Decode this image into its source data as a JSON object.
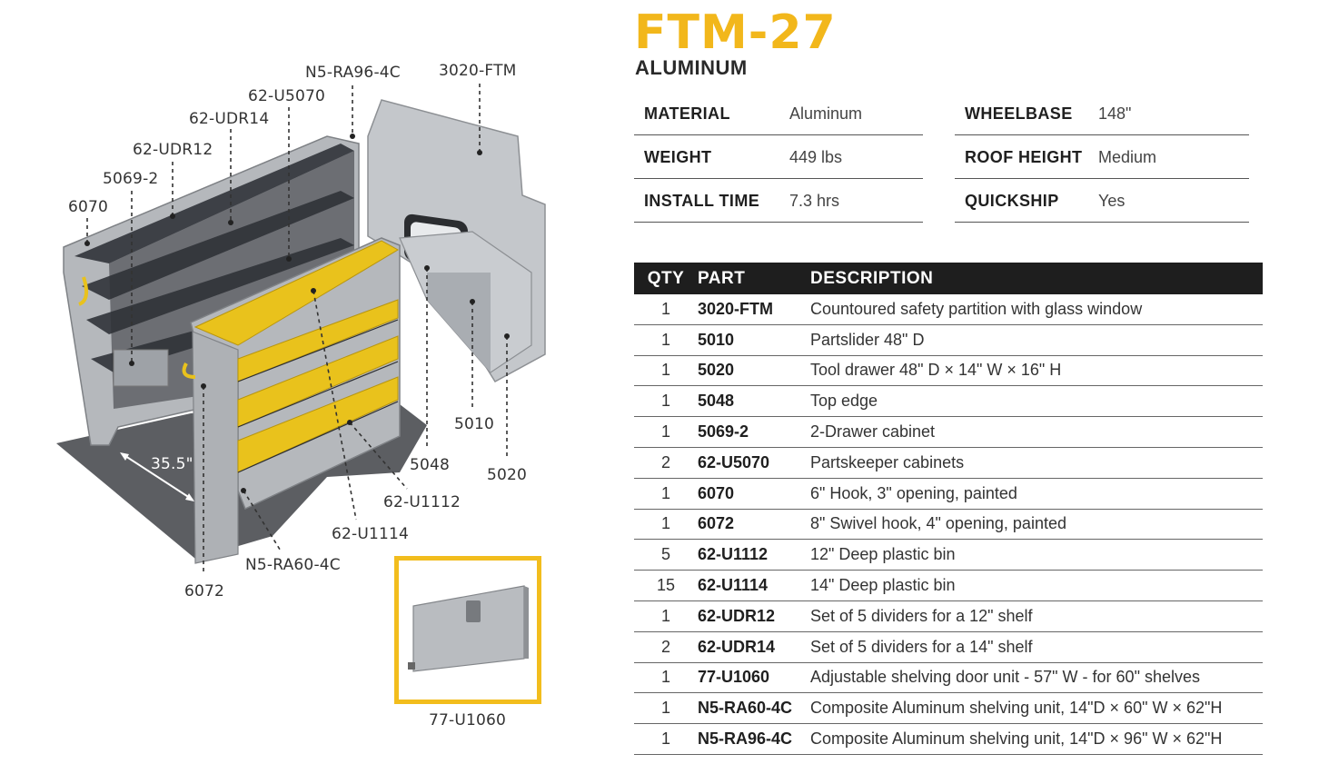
{
  "title": "FTM-27",
  "subtitle": "ALUMINUM",
  "colors": {
    "accent": "#f2b71b",
    "header_bg": "#1e1e1e",
    "aluminum": "#b9bcc0",
    "bin_yellow": "#e9c21c"
  },
  "specs_left": [
    {
      "label": "MATERIAL",
      "value": "Aluminum"
    },
    {
      "label": "WEIGHT",
      "value": "449 lbs"
    },
    {
      "label": "INSTALL TIME",
      "value": "7.3 hrs"
    }
  ],
  "specs_right": [
    {
      "label": "WHEELBASE",
      "value": "148\""
    },
    {
      "label": "ROOF HEIGHT",
      "value": "Medium"
    },
    {
      "label": "QUICKSHIP",
      "value": "Yes"
    }
  ],
  "table": {
    "headers": {
      "qty": "QTY",
      "part": "PART",
      "description": "DESCRIPTION"
    },
    "rows": [
      {
        "qty": "1",
        "part": "3020-FTM",
        "description": "Countoured safety partition with glass window"
      },
      {
        "qty": "1",
        "part": "5010",
        "description": "Partslider 48\" D"
      },
      {
        "qty": "1",
        "part": "5020",
        "description": "Tool drawer 48\" D × 14\" W × 16\" H"
      },
      {
        "qty": "1",
        "part": "5048",
        "description": "Top edge"
      },
      {
        "qty": "1",
        "part": "5069-2",
        "description": "2-Drawer cabinet"
      },
      {
        "qty": "2",
        "part": "62-U5070",
        "description": "Partskeeper cabinets"
      },
      {
        "qty": "1",
        "part": "6070",
        "description": "6\" Hook, 3\" opening, painted"
      },
      {
        "qty": "1",
        "part": "6072",
        "description": "8\" Swivel hook, 4\" opening, painted"
      },
      {
        "qty": "5",
        "part": "62-U1112",
        "description": "12\" Deep plastic bin"
      },
      {
        "qty": "15",
        "part": "62-U1114",
        "description": "14\" Deep plastic bin"
      },
      {
        "qty": "1",
        "part": "62-UDR12",
        "description": "Set of 5 dividers for a 12\" shelf"
      },
      {
        "qty": "2",
        "part": "62-UDR14",
        "description": "Set of 5 dividers for a 14\" shelf"
      },
      {
        "qty": "1",
        "part": "77-U1060",
        "description": "Adjustable shelving door unit - 57\" W - for 60\" shelves"
      },
      {
        "qty": "1",
        "part": "N5-RA60-4C",
        "description": "Composite Aluminum shelving unit, 14\"D × 60\" W × 62\"H"
      },
      {
        "qty": "1",
        "part": "N5-RA96-4C",
        "description": "Composite Aluminum shelving unit, 14\"D × 96\" W × 62\"H"
      }
    ]
  },
  "callouts": {
    "n5_ra96": "N5-RA96-4C",
    "ftm3020": "3020-FTM",
    "u5070": "62-U5070",
    "udr14": "62-UDR14",
    "udr12": "62-UDR12",
    "c5069": "5069-2",
    "c6070": "6070",
    "c5010": "5010",
    "c5048": "5048",
    "c5020": "5020",
    "u1112": "62-U1112",
    "u1114": "62-U1114",
    "n5_ra60": "N5-RA60-4C",
    "c6072": "6072",
    "dim": "35.5\"",
    "inset": "77-U1060"
  }
}
